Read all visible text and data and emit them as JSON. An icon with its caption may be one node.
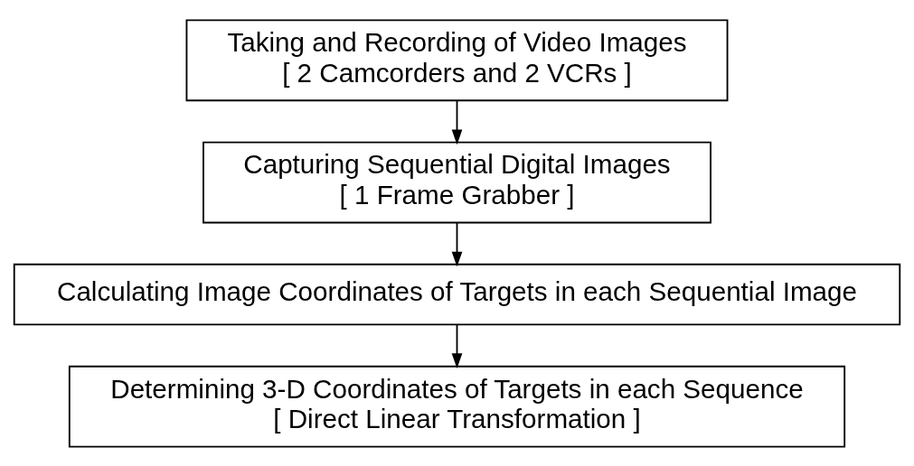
{
  "diagram": {
    "nodes": [
      {
        "text": [
          "Taking and Recording of Video Images",
          "[ 2 Camcorders and 2 VCRs ]"
        ]
      },
      {
        "text": [
          "Capturing Sequential Digital Images",
          "[ 1 Frame Grabber ]"
        ]
      },
      {
        "text": [
          "Calculating Image Coordinates of Targets in each Sequential Image"
        ]
      },
      {
        "text": [
          "Determining 3-D Coordinates of Targets in each Sequence",
          "[ Direct Linear Transformation ]"
        ]
      }
    ],
    "edges": [
      {
        "from": 0,
        "to": 1,
        "arrow": "to"
      },
      {
        "from": 1,
        "to": 2,
        "arrow": "to"
      },
      {
        "from": 2,
        "to": 3,
        "arrow": "to"
      }
    ]
  }
}
